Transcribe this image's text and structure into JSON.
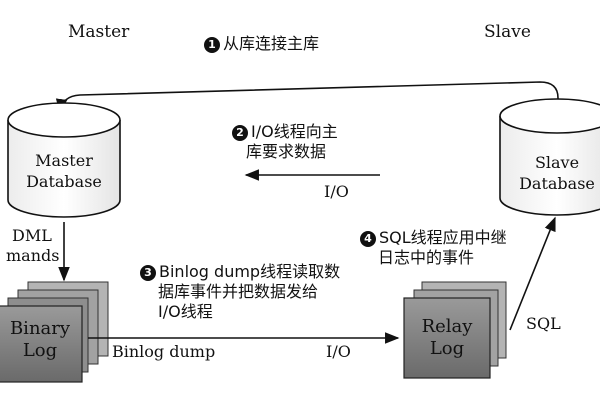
{
  "master_title": "Master",
  "slave_title": "Slave",
  "master_db": {
    "line1": "Master",
    "line2": "Database"
  },
  "slave_db": {
    "line1": "Slave",
    "line2": "Database"
  },
  "binary_log": {
    "line1": "Binary",
    "line2": "Log"
  },
  "relay_log": {
    "line1": "Relay",
    "line2": "Log"
  },
  "dml": {
    "line1": "DML",
    "line2": "mands"
  },
  "steps": [
    {
      "num": "1",
      "line1": "从库连接主库"
    },
    {
      "num": "2",
      "line1": "I/O线程向主",
      "line2": "库要求数据"
    },
    {
      "num": "3",
      "line1": "Binlog dump线程读取数",
      "line2": "据库事件并把数据发给",
      "line3": "I/O线程"
    },
    {
      "num": "4",
      "line1": "SQL线程应用中继",
      "line2": "日志中的事件"
    }
  ],
  "labels": {
    "io_upper": "I/O",
    "io_lower": "I/O",
    "binlog_dump": "Binlog dump",
    "sql": "SQL"
  }
}
